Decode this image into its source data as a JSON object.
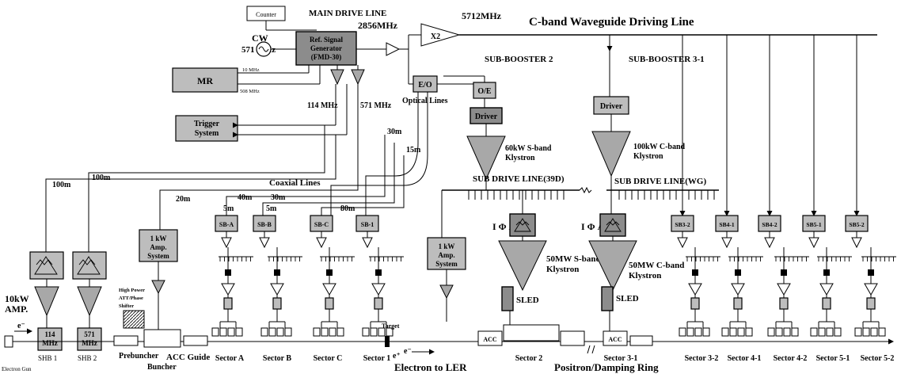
{
  "top": {
    "counter": "Counter",
    "cw": "CW",
    "cw_freq": "571 MHz",
    "main_drive_line": "MAIN DRIVE LINE",
    "main_drive_freq": "2856MHz",
    "ref_gen": [
      "Ref. Signal",
      "Generator",
      "(FMD-30)"
    ],
    "x2": "X2",
    "freq_5712": "5712MHz",
    "cband_title": "C-band Waveguide Driving Line",
    "mr": "MR",
    "mr_10": "10 MHz",
    "mr_508": "508 MHz",
    "f114": "114 MHz",
    "f571": "571 MHz",
    "trigger": [
      "Trigger",
      "System"
    ],
    "eo": "E/O",
    "oe": "O/E",
    "optical": "Optical Lines",
    "d30": "30m",
    "d15": "15m"
  },
  "sub_booster_2": {
    "title": "SUB-BOOSTER 2",
    "driver": "Driver",
    "klystron": [
      "60kW S-band",
      "Klystron"
    ],
    "sub_drive": "SUB DRIVE LINE(39D)",
    "iphi": "I Φ A",
    "big_klystron": [
      "50MW S-band",
      "Klystron"
    ],
    "sled": "SLED"
  },
  "sub_booster_3": {
    "title": "SUB-BOOSTER 3-1",
    "driver": "Driver",
    "klystron": [
      "100kW C-band",
      "Klystron"
    ],
    "sub_drive": "SUB DRIVE LINE(WG)",
    "iphi": "I Φ A",
    "big_klystron": [
      "50MW C-band",
      "Klystron"
    ],
    "sled": "SLED"
  },
  "coax": {
    "title": "Coaxial Lines",
    "d100a": "100m",
    "d100b": "100m",
    "d20": "20m",
    "d40": "40m",
    "d30": "30m",
    "d5a": "5m",
    "d5b": "5m",
    "d80": "80m"
  },
  "sb_boxes": [
    "SB-A",
    "SB-B",
    "SB-C",
    "SB-1"
  ],
  "cband_sb": [
    "SB3-2",
    "SB4-1",
    "SB4-2",
    "SB5-1",
    "SB5-2"
  ],
  "amp": [
    "1 kW",
    "Amp.",
    "System"
  ],
  "amp2": [
    "1 kW",
    "Amp.",
    "System"
  ],
  "injector": {
    "amp10kw": [
      "10kW",
      "AMP."
    ],
    "e_minus": "e⁻",
    "shb1_box": [
      "114",
      "MHz"
    ],
    "shb1": "SHB 1",
    "shb2_box": [
      "571",
      "MHz"
    ],
    "shb2": "SHB 2",
    "gun": "Electron Gun",
    "prebuncher": "Prebuncher",
    "buncher": "Buncher",
    "acc_guide": "ACC Guide",
    "hp": [
      "High Power",
      "ATT/Phase",
      "Shifter"
    ]
  },
  "sectors": [
    "Sector A",
    "Sector B",
    "Sector C",
    "Sector 1",
    "Sector 2",
    "Sector 3-1",
    "Sector 3-2",
    "Sector 4-1",
    "Sector 4-2",
    "Sector 5-1",
    "Sector 5-2"
  ],
  "target": {
    "label": "Target",
    "eplus": "e⁺",
    "eminus": "e⁻"
  },
  "acc_box_s2": "ACC",
  "acc_box_s3": "ACC",
  "bottom": {
    "electron_ler": "Electron to LER",
    "positron": "Positron/Damping Ring"
  }
}
